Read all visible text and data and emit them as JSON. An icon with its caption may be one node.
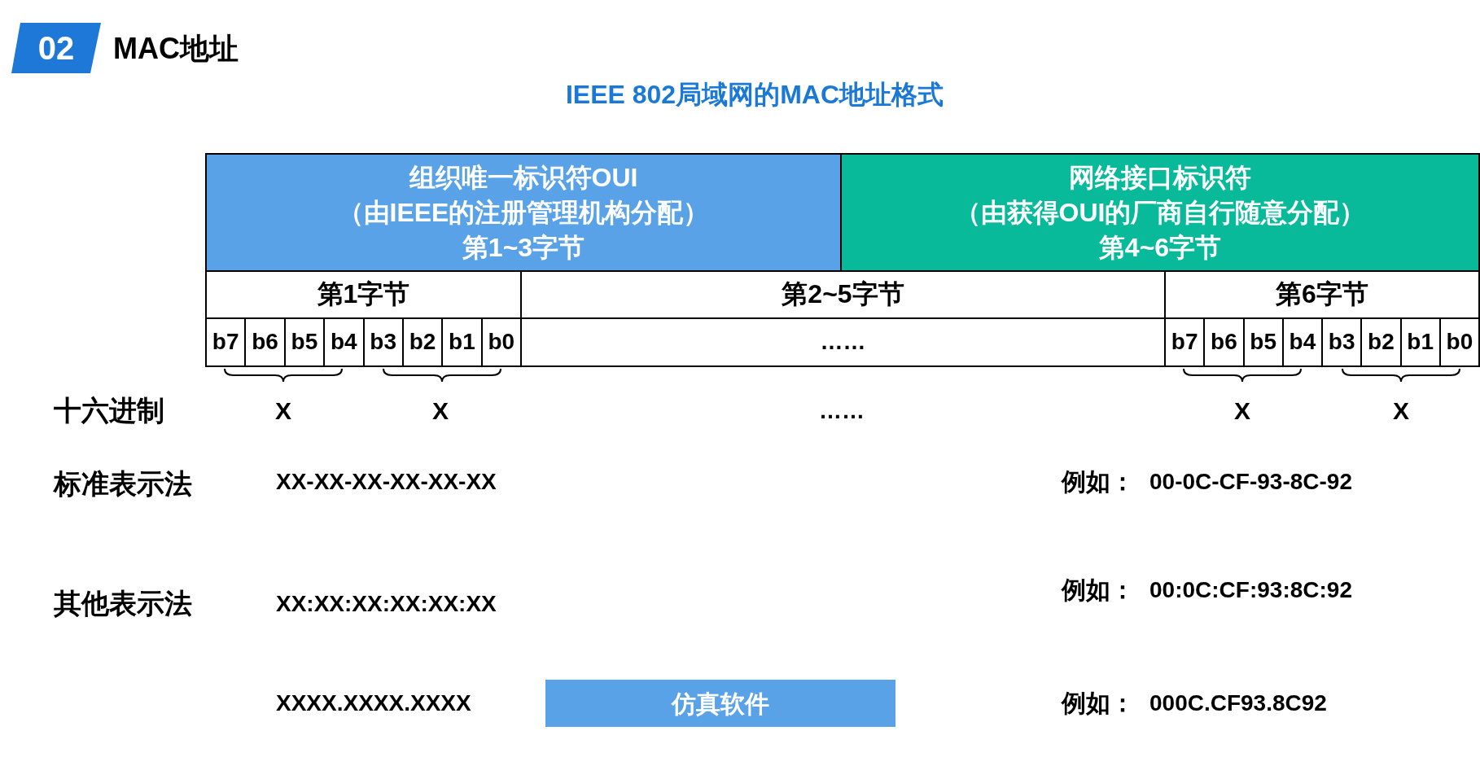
{
  "diagram": {
    "title": "IEEE 802局域网的MAC地址格式",
    "nodes": [
      {
        "text": [
          "02"
        ],
        "beside": [
          "MAC地址"
        ]
      },
      {
        "text": [
          "组织唯一标识符OUI",
          "（由IEEE的注册管理机构分配）",
          "第1~3字节"
        ]
      },
      {
        "text": [
          "网络接口标识符",
          "（由获得OUI的厂商自行随意分配）",
          "第4~6字节"
        ]
      },
      {
        "text": [
          "第1字节"
        ]
      },
      {
        "text": [
          "第2~5字节"
        ]
      },
      {
        "text": [
          "第6字节"
        ]
      },
      {
        "text": [
          "b7"
        ]
      },
      {
        "text": [
          "b6"
        ]
      },
      {
        "text": [
          "b5"
        ]
      },
      {
        "text": [
          "b4"
        ]
      },
      {
        "text": [
          "b3"
        ]
      },
      {
        "text": [
          "b2"
        ]
      },
      {
        "text": [
          "b1"
        ]
      },
      {
        "text": [
          "b0"
        ]
      },
      {
        "text": [
          "……"
        ]
      },
      {
        "text": [
          "b7"
        ]
      },
      {
        "text": [
          "b6"
        ]
      },
      {
        "text": [
          "b5"
        ]
      },
      {
        "text": [
          "b4"
        ]
      },
      {
        "text": [
          "b3"
        ]
      },
      {
        "text": [
          "b2"
        ]
      },
      {
        "text": [
          "b1"
        ]
      },
      {
        "text": [
          "b0"
        ]
      },
      {
        "text": [
          "仿真软件"
        ]
      }
    ],
    "labels": [
      "十六进制",
      "X",
      "X",
      "……",
      "X",
      "X",
      "标准表示法",
      "XX-XX-XX-XX-XX-XX",
      "例如：",
      "00-0C-CF-93-8C-92",
      "其他表示法",
      "XX:XX:XX:XX:XX:XX",
      "例如：",
      "00:0C:CF:93:8C:92",
      "XXXX.XXXX.XXXX",
      "例如：",
      "000C.CF93.8C92"
    ]
  }
}
